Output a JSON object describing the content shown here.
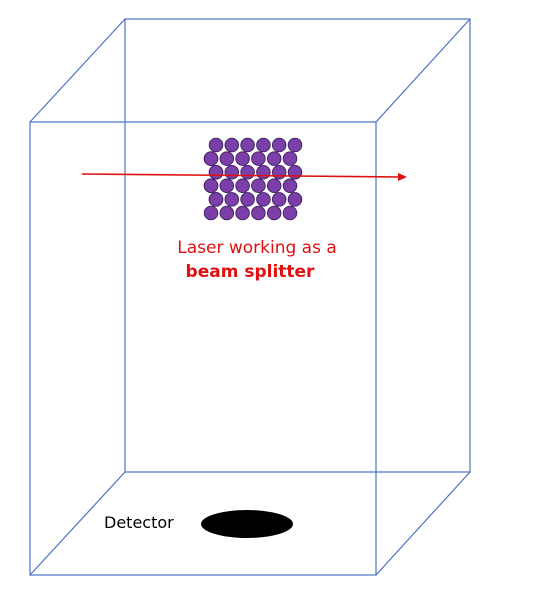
{
  "colors": {
    "box_edge": "#4a72c4",
    "atom_fill": "#7a3fa8",
    "atom_stroke": "#3e1d5c",
    "laser": "#e01010",
    "text_red": "#e01010",
    "text_black": "#000000",
    "detector": "#000000"
  },
  "labels": {
    "laser_line1": "Laser working as a",
    "laser_line2": "beam splitter",
    "detector": "Detector"
  },
  "atom_grid": {
    "rows": 6,
    "cols": 6
  }
}
